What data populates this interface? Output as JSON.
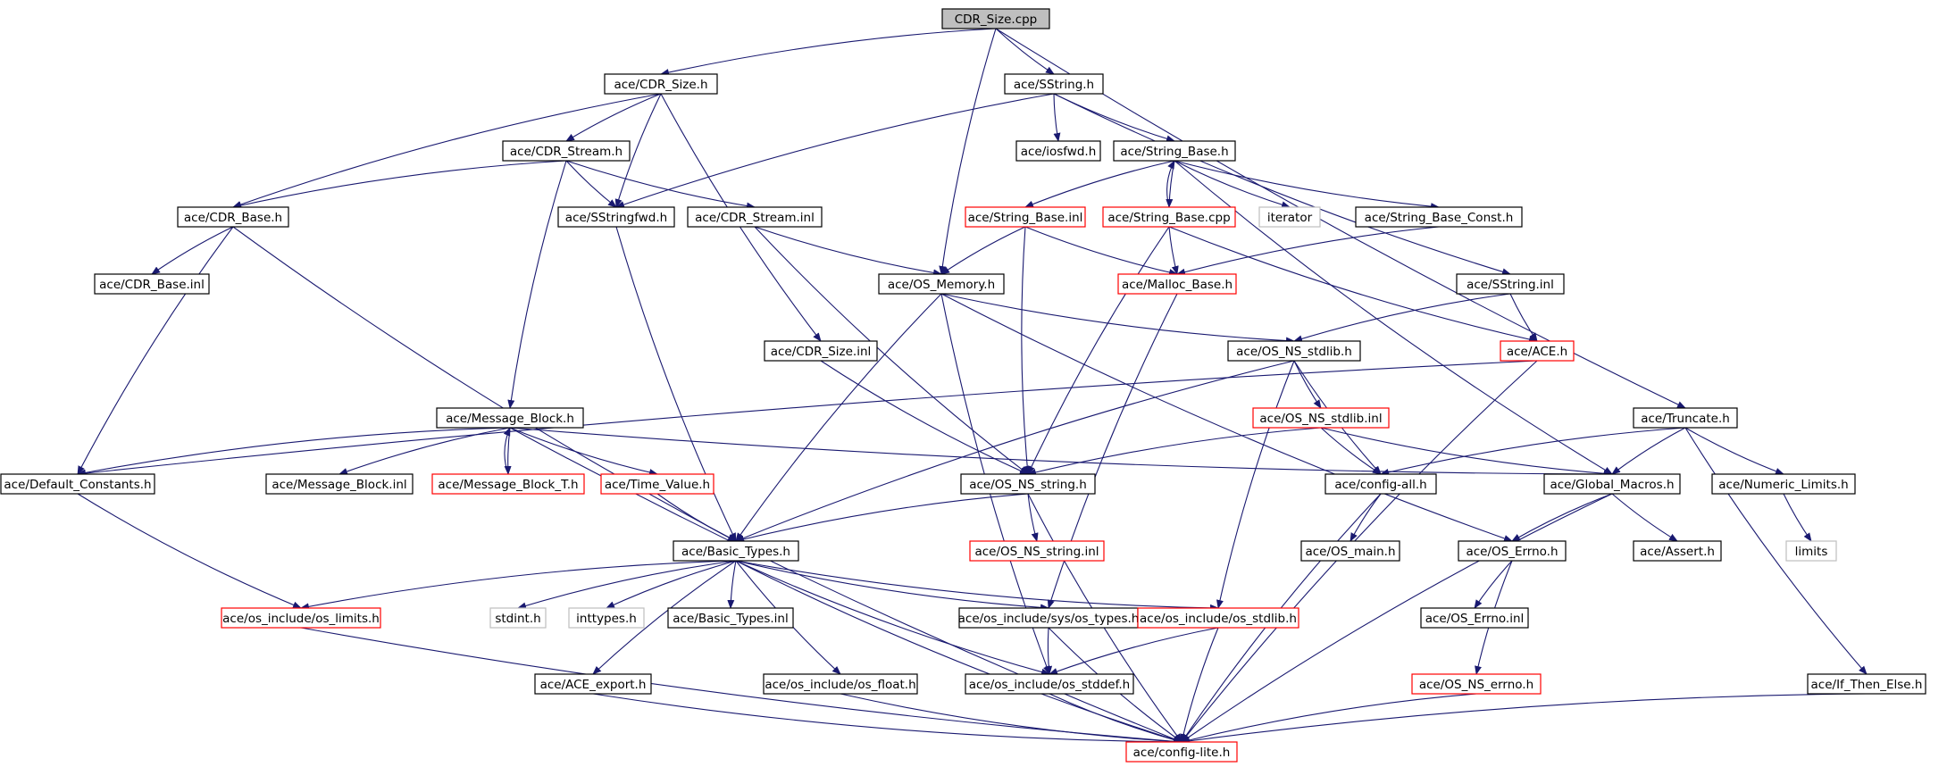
{
  "colors": {
    "edge": "#191970",
    "root_fill": "#bfbfbf",
    "normal_border": "#000000",
    "red_border": "#ff0000",
    "grey_border": "#bfbfbf"
  },
  "nodes": [
    {
      "id": "cdr_size_cpp",
      "label": "CDR_Size.cpp",
      "style": "root"
    },
    {
      "id": "cdr_size_h",
      "label": "ace/CDR_Size.h",
      "style": "normal"
    },
    {
      "id": "sstring_h",
      "label": "ace/SString.h",
      "style": "normal"
    },
    {
      "id": "cdr_stream_h",
      "label": "ace/CDR_Stream.h",
      "style": "normal"
    },
    {
      "id": "iosfwd_h",
      "label": "ace/iosfwd.h",
      "style": "normal"
    },
    {
      "id": "string_base_h",
      "label": "ace/String_Base.h",
      "style": "normal"
    },
    {
      "id": "cdr_base_h",
      "label": "ace/CDR_Base.h",
      "style": "normal"
    },
    {
      "id": "sstringfwd_h",
      "label": "ace/SStringfwd.h",
      "style": "normal"
    },
    {
      "id": "cdr_stream_inl",
      "label": "ace/CDR_Stream.inl",
      "style": "normal"
    },
    {
      "id": "string_base_inl",
      "label": "ace/String_Base.inl",
      "style": "red"
    },
    {
      "id": "string_base_cpp",
      "label": "ace/String_Base.cpp",
      "style": "red"
    },
    {
      "id": "iterator",
      "label": "iterator",
      "style": "grey"
    },
    {
      "id": "string_base_const_h",
      "label": "ace/String_Base_Const.h",
      "style": "normal"
    },
    {
      "id": "cdr_base_inl",
      "label": "ace/CDR_Base.inl",
      "style": "normal"
    },
    {
      "id": "os_memory_h",
      "label": "ace/OS_Memory.h",
      "style": "normal"
    },
    {
      "id": "malloc_base_h",
      "label": "ace/Malloc_Base.h",
      "style": "red"
    },
    {
      "id": "sstring_inl",
      "label": "ace/SString.inl",
      "style": "normal"
    },
    {
      "id": "cdr_size_inl",
      "label": "ace/CDR_Size.inl",
      "style": "normal"
    },
    {
      "id": "os_ns_stdlib_h",
      "label": "ace/OS_NS_stdlib.h",
      "style": "normal"
    },
    {
      "id": "ace_h",
      "label": "ace/ACE.h",
      "style": "red"
    },
    {
      "id": "message_block_h",
      "label": "ace/Message_Block.h",
      "style": "normal"
    },
    {
      "id": "os_ns_stdlib_inl",
      "label": "ace/OS_NS_stdlib.inl",
      "style": "red"
    },
    {
      "id": "truncate_h",
      "label": "ace/Truncate.h",
      "style": "normal"
    },
    {
      "id": "default_constants_h",
      "label": "ace/Default_Constants.h",
      "style": "normal"
    },
    {
      "id": "message_block_inl",
      "label": "ace/Message_Block.inl",
      "style": "normal"
    },
    {
      "id": "message_block_t_h",
      "label": "ace/Message_Block_T.h",
      "style": "red"
    },
    {
      "id": "time_value_h",
      "label": "ace/Time_Value.h",
      "style": "red"
    },
    {
      "id": "os_ns_string_h",
      "label": "ace/OS_NS_string.h",
      "style": "normal"
    },
    {
      "id": "config_all_h",
      "label": "ace/config-all.h",
      "style": "normal"
    },
    {
      "id": "global_macros_h",
      "label": "ace/Global_Macros.h",
      "style": "normal"
    },
    {
      "id": "numeric_limits_h",
      "label": "ace/Numeric_Limits.h",
      "style": "normal"
    },
    {
      "id": "basic_types_h",
      "label": "ace/Basic_Types.h",
      "style": "normal"
    },
    {
      "id": "os_ns_string_inl",
      "label": "ace/OS_NS_string.inl",
      "style": "red"
    },
    {
      "id": "os_main_h",
      "label": "ace/OS_main.h",
      "style": "normal"
    },
    {
      "id": "os_errno_h",
      "label": "ace/OS_Errno.h",
      "style": "normal"
    },
    {
      "id": "assert_h",
      "label": "ace/Assert.h",
      "style": "normal"
    },
    {
      "id": "limits",
      "label": "limits",
      "style": "grey"
    },
    {
      "id": "os_limits_h",
      "label": "ace/os_include/os_limits.h",
      "style": "red"
    },
    {
      "id": "stdint_h",
      "label": "stdint.h",
      "style": "grey"
    },
    {
      "id": "inttypes_h",
      "label": "inttypes.h",
      "style": "grey"
    },
    {
      "id": "basic_types_inl",
      "label": "ace/Basic_Types.inl",
      "style": "normal"
    },
    {
      "id": "os_types_h",
      "label": "ace/os_include/sys/os_types.h",
      "style": "normal"
    },
    {
      "id": "os_stdlib_h",
      "label": "ace/os_include/os_stdlib.h",
      "style": "red"
    },
    {
      "id": "os_errno_inl",
      "label": "ace/OS_Errno.inl",
      "style": "normal"
    },
    {
      "id": "ace_export_h",
      "label": "ace/ACE_export.h",
      "style": "normal"
    },
    {
      "id": "os_float_h",
      "label": "ace/os_include/os_float.h",
      "style": "normal"
    },
    {
      "id": "os_stddef_h",
      "label": "ace/os_include/os_stddef.h",
      "style": "normal"
    },
    {
      "id": "os_ns_errno_h",
      "label": "ace/OS_NS_errno.h",
      "style": "red"
    },
    {
      "id": "if_then_else_h",
      "label": "ace/If_Then_Else.h",
      "style": "normal"
    },
    {
      "id": "config_lite_h",
      "label": "ace/config-lite.h",
      "style": "red"
    }
  ],
  "edges": [
    [
      "cdr_size_cpp",
      "cdr_size_h"
    ],
    [
      "cdr_size_cpp",
      "sstring_h"
    ],
    [
      "cdr_size_cpp",
      "os_memory_h"
    ],
    [
      "cdr_size_cpp",
      "truncate_h"
    ],
    [
      "cdr_size_h",
      "cdr_stream_h"
    ],
    [
      "cdr_size_h",
      "cdr_base_h"
    ],
    [
      "cdr_size_h",
      "sstringfwd_h"
    ],
    [
      "cdr_size_h",
      "cdr_size_inl"
    ],
    [
      "sstring_h",
      "iosfwd_h"
    ],
    [
      "sstring_h",
      "string_base_h"
    ],
    [
      "sstring_h",
      "sstringfwd_h"
    ],
    [
      "sstring_h",
      "sstring_inl"
    ],
    [
      "cdr_stream_h",
      "cdr_base_h"
    ],
    [
      "cdr_stream_h",
      "sstringfwd_h"
    ],
    [
      "cdr_stream_h",
      "cdr_stream_inl"
    ],
    [
      "cdr_stream_h",
      "message_block_h"
    ],
    [
      "string_base_h",
      "string_base_inl"
    ],
    [
      "string_base_h",
      "string_base_cpp"
    ],
    [
      "string_base_h",
      "iterator"
    ],
    [
      "string_base_h",
      "string_base_const_h"
    ],
    [
      "string_base_h",
      "global_macros_h"
    ],
    [
      "string_base_cpp",
      "string_base_h"
    ],
    [
      "string_base_cpp",
      "malloc_base_h"
    ],
    [
      "string_base_cpp",
      "os_ns_string_h"
    ],
    [
      "string_base_cpp",
      "ace_h"
    ],
    [
      "string_base_inl",
      "malloc_base_h"
    ],
    [
      "string_base_inl",
      "os_memory_h"
    ],
    [
      "string_base_inl",
      "os_ns_string_h"
    ],
    [
      "string_base_const_h",
      "malloc_base_h"
    ],
    [
      "cdr_base_h",
      "cdr_base_inl"
    ],
    [
      "cdr_base_h",
      "default_constants_h"
    ],
    [
      "cdr_base_h",
      "basic_types_h"
    ],
    [
      "sstringfwd_h",
      "basic_types_h"
    ],
    [
      "cdr_stream_inl",
      "os_memory_h"
    ],
    [
      "cdr_stream_inl",
      "os_ns_string_h"
    ],
    [
      "os_memory_h",
      "os_ns_stdlib_h"
    ],
    [
      "os_memory_h",
      "basic_types_h"
    ],
    [
      "os_memory_h",
      "os_errno_h"
    ],
    [
      "os_memory_h",
      "os_stddef_h"
    ],
    [
      "malloc_base_h",
      "os_types_h"
    ],
    [
      "sstring_inl",
      "os_ns_stdlib_h"
    ],
    [
      "sstring_inl",
      "ace_h"
    ],
    [
      "cdr_size_inl",
      "os_ns_string_h"
    ],
    [
      "os_ns_stdlib_h",
      "os_ns_stdlib_inl"
    ],
    [
      "os_ns_stdlib_h",
      "config_all_h"
    ],
    [
      "os_ns_stdlib_h",
      "basic_types_h"
    ],
    [
      "os_ns_stdlib_h",
      "os_stdlib_h"
    ],
    [
      "ace_h",
      "default_constants_h"
    ],
    [
      "ace_h",
      "config_lite_h"
    ],
    [
      "message_block_h",
      "default_constants_h"
    ],
    [
      "message_block_h",
      "message_block_inl"
    ],
    [
      "message_block_h",
      "message_block_t_h"
    ],
    [
      "message_block_h",
      "time_value_h"
    ],
    [
      "message_block_h",
      "global_macros_h"
    ],
    [
      "message_block_h",
      "config_lite_h"
    ],
    [
      "message_block_t_h",
      "message_block_h"
    ],
    [
      "os_ns_stdlib_inl",
      "os_ns_string_h"
    ],
    [
      "os_ns_stdlib_inl",
      "config_all_h"
    ],
    [
      "os_ns_stdlib_inl",
      "global_macros_h"
    ],
    [
      "truncate_h",
      "global_macros_h"
    ],
    [
      "truncate_h",
      "numeric_limits_h"
    ],
    [
      "truncate_h",
      "config_all_h"
    ],
    [
      "truncate_h",
      "if_then_else_h"
    ],
    [
      "default_constants_h",
      "os_limits_h"
    ],
    [
      "time_value_h",
      "basic_types_h"
    ],
    [
      "os_ns_string_h",
      "basic_types_h"
    ],
    [
      "os_ns_string_h",
      "os_ns_string_inl"
    ],
    [
      "os_ns_string_h",
      "config_lite_h"
    ],
    [
      "config_all_h",
      "os_main_h"
    ],
    [
      "config_all_h",
      "config_lite_h"
    ],
    [
      "global_macros_h",
      "os_errno_h"
    ],
    [
      "global_macros_h",
      "assert_h"
    ],
    [
      "global_macros_h",
      "config_lite_h"
    ],
    [
      "numeric_limits_h",
      "limits"
    ],
    [
      "basic_types_h",
      "os_limits_h"
    ],
    [
      "basic_types_h",
      "stdint_h"
    ],
    [
      "basic_types_h",
      "inttypes_h"
    ],
    [
      "basic_types_h",
      "basic_types_inl"
    ],
    [
      "basic_types_h",
      "os_types_h"
    ],
    [
      "basic_types_h",
      "os_stdlib_h"
    ],
    [
      "basic_types_h",
      "ace_export_h"
    ],
    [
      "basic_types_h",
      "os_float_h"
    ],
    [
      "basic_types_h",
      "os_stddef_h"
    ],
    [
      "basic_types_h",
      "config_lite_h"
    ],
    [
      "os_errno_h",
      "os_errno_inl"
    ],
    [
      "os_errno_h",
      "os_ns_errno_h"
    ],
    [
      "os_limits_h",
      "config_lite_h"
    ],
    [
      "os_types_h",
      "os_stddef_h"
    ],
    [
      "os_types_h",
      "config_lite_h"
    ],
    [
      "os_stdlib_h",
      "os_stddef_h"
    ],
    [
      "os_stdlib_h",
      "config_lite_h"
    ],
    [
      "ace_export_h",
      "config_lite_h"
    ],
    [
      "os_float_h",
      "config_lite_h"
    ],
    [
      "os_stddef_h",
      "config_lite_h"
    ],
    [
      "os_ns_errno_h",
      "config_lite_h"
    ],
    [
      "if_then_else_h",
      "config_lite_h"
    ]
  ]
}
